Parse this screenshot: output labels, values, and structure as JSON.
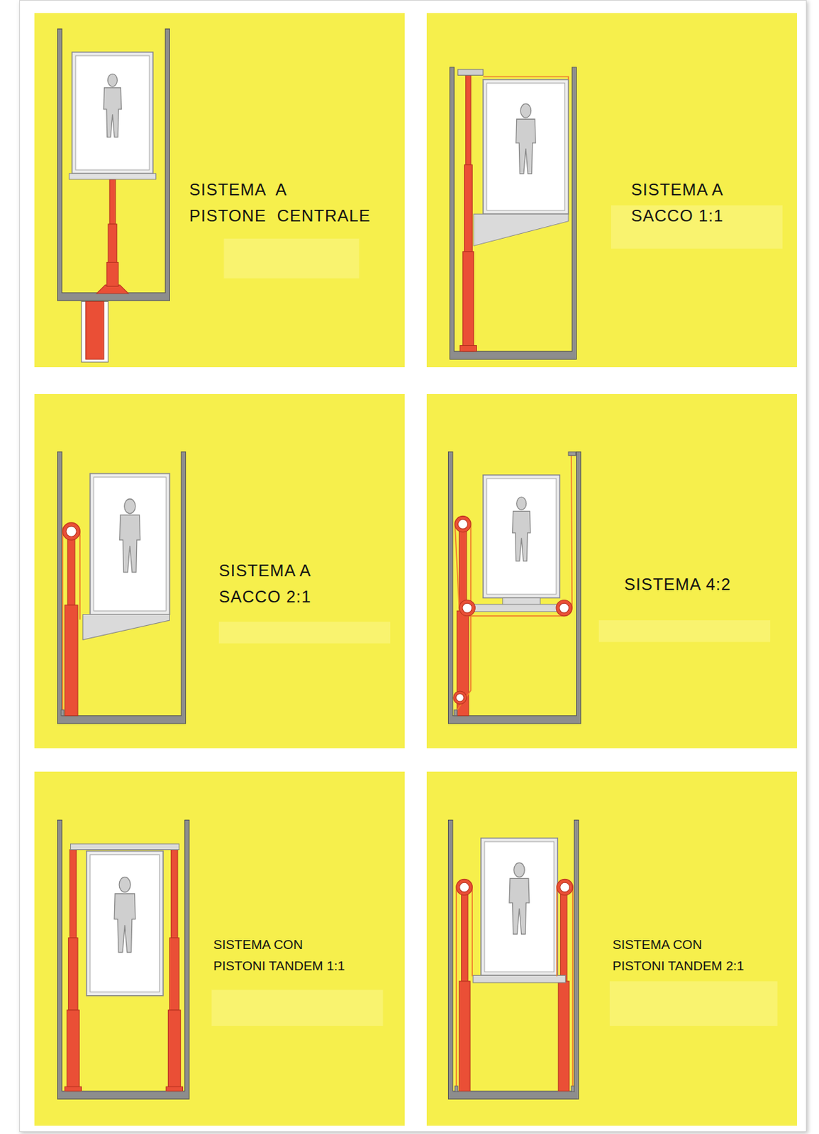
{
  "diagram": {
    "nodes": [
      {
        "text": [
          "SISTEMA A PISTONE CENTRALE"
        ]
      },
      {
        "text": [
          "SISTEMA A SACCO 1:1"
        ]
      },
      {
        "text": [
          "SISTEMA A SACCO 2:1"
        ]
      },
      {
        "text": [
          "SISTEMA 4:2"
        ]
      },
      {
        "text": [
          "SISTEMA CON PISTONI TANDEM 1:1"
        ]
      },
      {
        "text": [
          "SISTEMA CON PISTONI TANDEM 2:1"
        ]
      }
    ],
    "edges": []
  }
}
